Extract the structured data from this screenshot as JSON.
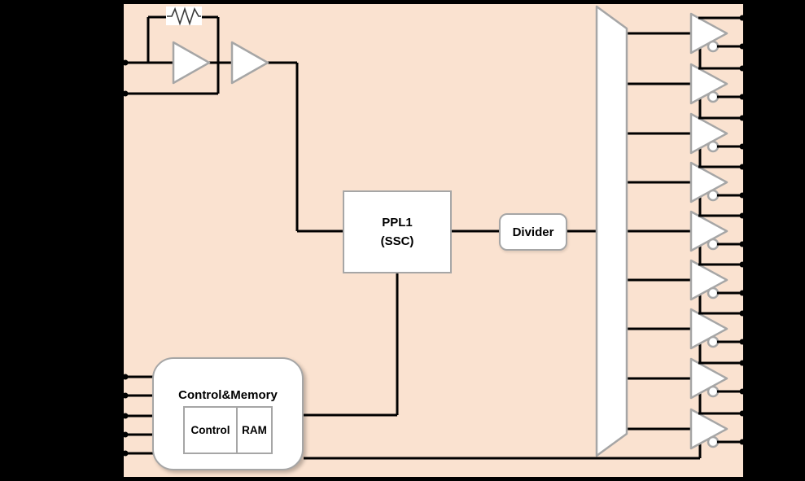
{
  "background": "#000000",
  "chip": {
    "fill": "#fae2d0",
    "border": "#000000"
  },
  "palette": {
    "wire": "#000000",
    "shape_border": "#a6a6a6",
    "shape_fill": "#ffffff",
    "resistor_zigzag": "#3a3a3a"
  },
  "blocks": {
    "pll": {
      "line1": "PPL1",
      "line2": "(SSC)"
    },
    "divider": {
      "label": "Divider"
    },
    "control_memory": {
      "title": "Control&Memory",
      "control": "Control",
      "ram": "RAM"
    },
    "oscillator": {
      "icons": [
        "resistor-icon",
        "amplifier-icon",
        "buffer-icon"
      ]
    },
    "fanout": {
      "icon": "fanout-trapezoid"
    }
  },
  "pins": {
    "left_oscillator_pins": 2,
    "left_control_pins": 5,
    "output_buffer_count": 9,
    "outputs_per_buffer": 2
  }
}
